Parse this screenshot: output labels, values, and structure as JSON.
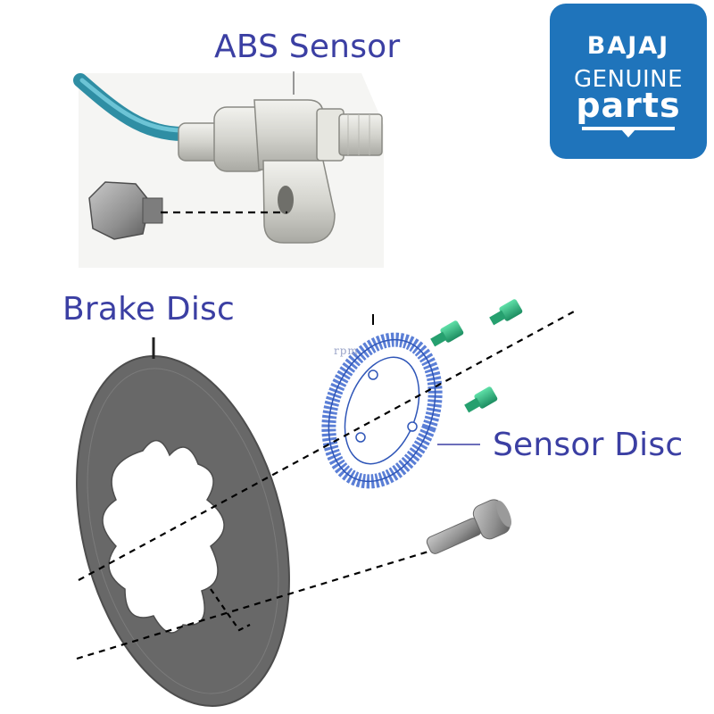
{
  "labels": {
    "abs_sensor": "ABS Sensor",
    "brake_disc": "Brake Disc",
    "sensor_disc": "Sensor Disc"
  },
  "logo": {
    "brand": "BAJAJ",
    "line1": "GENUINE",
    "line2": "parts",
    "background_color": "#1f74bb"
  },
  "watermark": "rpm",
  "colors": {
    "label_text": "#3b3fa3",
    "cable": "#3aa0b6",
    "brake_disc": "#6a6a6a",
    "sensor_ring": "#5b7fd6",
    "screws": "#2cb07c"
  }
}
